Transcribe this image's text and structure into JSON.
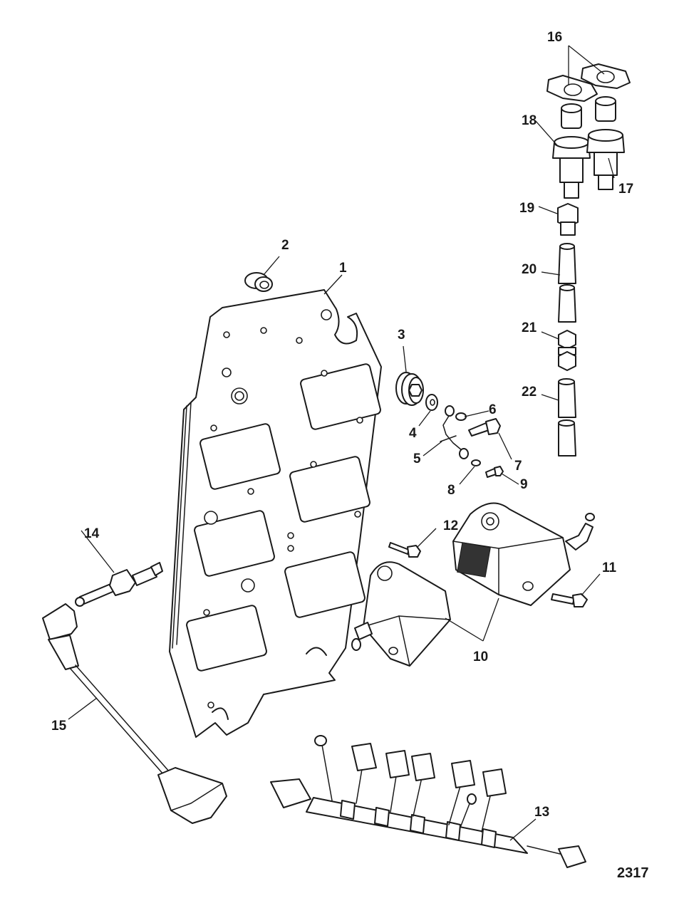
{
  "figure_number": "2317",
  "callouts": {
    "c1": "1",
    "c2": "2",
    "c3": "3",
    "c4": "4",
    "c5": "5",
    "c6": "6",
    "c7": "7",
    "c8": "8",
    "c9": "9",
    "c10": "10",
    "c11": "11",
    "c12": "12",
    "c13": "13",
    "c14": "14",
    "c15": "15",
    "c16": "16",
    "c17": "17",
    "c18": "18",
    "c19": "19",
    "c20": "20",
    "c21": "21",
    "c22": "22"
  }
}
